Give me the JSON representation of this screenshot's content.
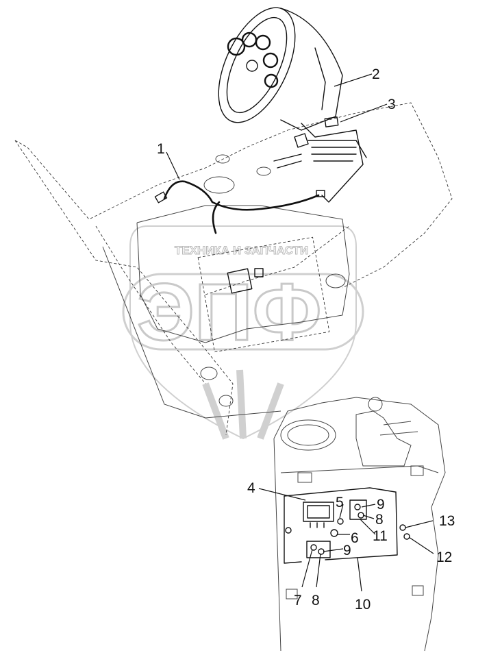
{
  "callouts": [
    {
      "id": "c1",
      "label": "1"
    },
    {
      "id": "c2",
      "label": "2"
    },
    {
      "id": "c3",
      "label": "3"
    },
    {
      "id": "c4",
      "label": "4"
    },
    {
      "id": "c5",
      "label": "5"
    },
    {
      "id": "c6",
      "label": "6"
    },
    {
      "id": "c7",
      "label": "7"
    },
    {
      "id": "c8a",
      "label": "8"
    },
    {
      "id": "c8b",
      "label": "8"
    },
    {
      "id": "c9a",
      "label": "9"
    },
    {
      "id": "c9b",
      "label": "9"
    },
    {
      "id": "c10",
      "label": "10"
    },
    {
      "id": "c11",
      "label": "11"
    },
    {
      "id": "c12",
      "label": "12"
    },
    {
      "id": "c13",
      "label": "13"
    }
  ],
  "watermark": {
    "tagline": "ТЕХНИКА И ЗАПЧАСТИ",
    "logo": "ЭПФ"
  }
}
